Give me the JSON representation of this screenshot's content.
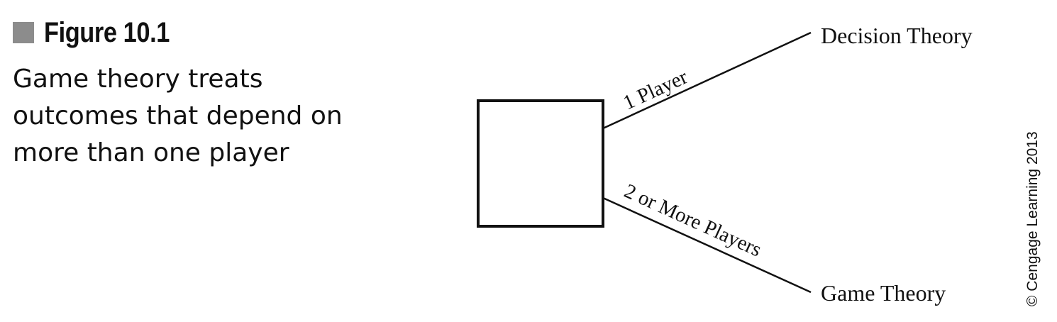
{
  "figure": {
    "label": "Figure 10.1",
    "caption_lines": [
      "Game theory treats",
      "outcomes that depend on",
      "more than one player"
    ]
  },
  "diagram": {
    "upper_branch_label": "1 Player",
    "lower_branch_label": "2 or More Players",
    "upper_outcome": "Decision Theory",
    "lower_outcome": "Game Theory"
  },
  "credit": "© Cengage Learning 2013"
}
